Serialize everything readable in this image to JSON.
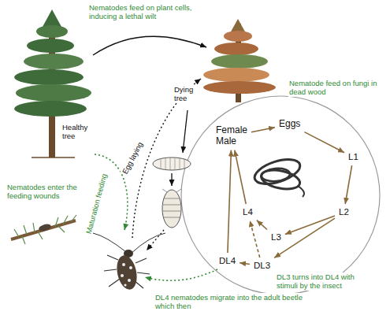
{
  "diagram": {
    "nodes": [
      {
        "text": [
          "Female Male"
        ]
      },
      {
        "text": [
          "Eggs"
        ]
      },
      {
        "text": [
          "L1"
        ]
      },
      {
        "text": [
          "L2"
        ]
      },
      {
        "text": [
          "L3"
        ]
      },
      {
        "text": [
          "L4"
        ]
      },
      {
        "text": [
          "DL3"
        ]
      },
      {
        "text": [
          "DL4"
        ]
      }
    ],
    "edges": [
      {
        "from": 0,
        "to": 1,
        "arrow": "to"
      },
      {
        "from": 1,
        "to": 2,
        "arrow": "to"
      },
      {
        "from": 2,
        "to": 3,
        "arrow": "to"
      },
      {
        "from": 3,
        "to": 4,
        "arrow": "to"
      },
      {
        "from": 4,
        "to": 5,
        "arrow": "to"
      },
      {
        "from": 5,
        "to": 0,
        "arrow": "to"
      },
      {
        "from": 3,
        "to": 6,
        "arrow": "to"
      },
      {
        "from": 6,
        "to": 7,
        "arrow": "to"
      },
      {
        "from": 6,
        "to": 5,
        "arrow": "to"
      },
      {
        "from": 7,
        "to": 0,
        "arrow": "to"
      }
    ],
    "labels": [
      "Nematodes feed on plant cells, inducing a lethal wilt",
      "Healthy tree",
      "Dying tree",
      "Nematode feed on fungi in dead wood",
      "Egg laying",
      "Maturation feeding",
      "Nematodes enter the feeding wounds",
      "DL3 turns into DL4 with stimuli by the insect",
      "DL4 nematodes migrate into the adult beetle which then"
    ]
  }
}
